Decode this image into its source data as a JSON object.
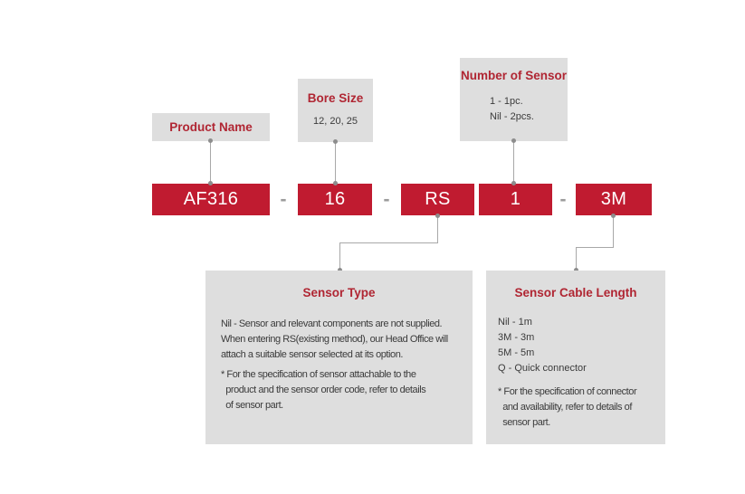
{
  "colors": {
    "code_box_bg": "#c01b30",
    "code_text": "#ffffff",
    "callout_bg": "#dedede",
    "title_red": "#b02633",
    "body_text": "#3b3b3b",
    "connector_gray": "#a8a8a8"
  },
  "code_row": {
    "separator": "-",
    "segments": [
      "AF316",
      "16",
      "RS",
      "1",
      "3M"
    ]
  },
  "callouts": {
    "product_name": {
      "title": "Product Name"
    },
    "bore_size": {
      "title": "Bore Size",
      "values": "12, 20, 25"
    },
    "number_of_sensor": {
      "title": "Number of Sensor",
      "options": [
        "1 - 1pc.",
        "Nil - 2pcs."
      ]
    },
    "sensor_type": {
      "title": "Sensor Type",
      "description": "Nil - Sensor and relevant components are not supplied.\nWhen entering RS(existing method), our Head Office will\nattach a suitable sensor selected at its option.",
      "note": "* For the specification of sensor attachable to the\n  product and the sensor order code, refer to details\n  of sensor part."
    },
    "sensor_cable_length": {
      "title": "Sensor Cable Length",
      "options": [
        "Nil - 1m",
        "3M - 3m",
        "5M - 5m",
        "Q - Quick connector"
      ],
      "note": "* For the specification of connector\n  and availability, refer to details of\n  sensor part."
    }
  }
}
